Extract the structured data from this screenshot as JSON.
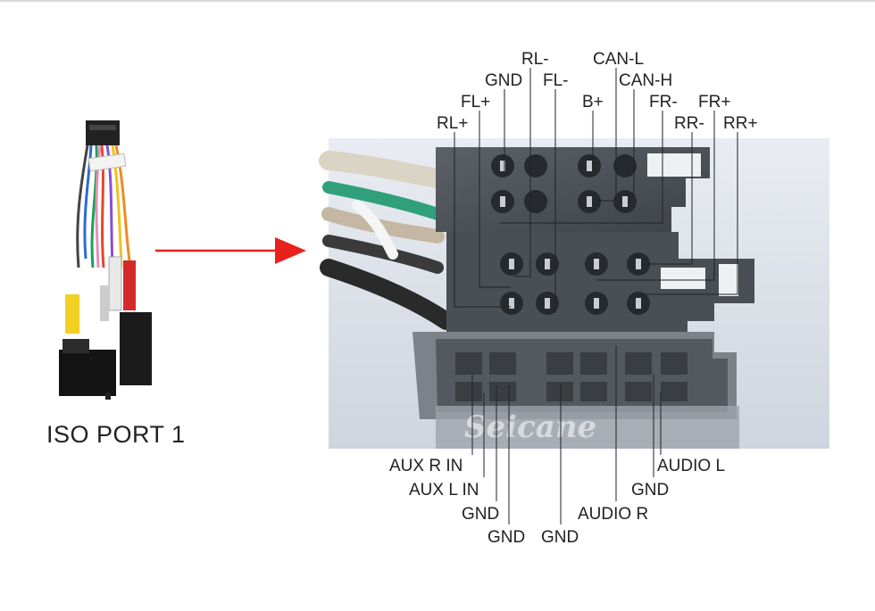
{
  "port_title": "ISO PORT 1",
  "watermark": "Seicane",
  "arrow_color": "#e8211d",
  "top_pins": {
    "rl_minus": "RL-",
    "can_l": "CAN-L",
    "gnd": "GND",
    "fl_minus": "FL-",
    "can_h": "CAN-H",
    "fl_plus": "FL+",
    "b_plus": "B+",
    "fr_minus": "FR-",
    "fr_plus": "FR+",
    "rl_plus": "RL+",
    "rr_minus": "RR-",
    "rr_plus": "RR+"
  },
  "bottom_pins": {
    "aux_r_in": "AUX R IN",
    "aux_l_in": "AUX L IN",
    "gnd_1": "GND",
    "gnd_2": "GND",
    "gnd_3": "GND",
    "audio_r": "AUDIO R",
    "gnd_4": "GND",
    "audio_l": "AUDIO L"
  }
}
